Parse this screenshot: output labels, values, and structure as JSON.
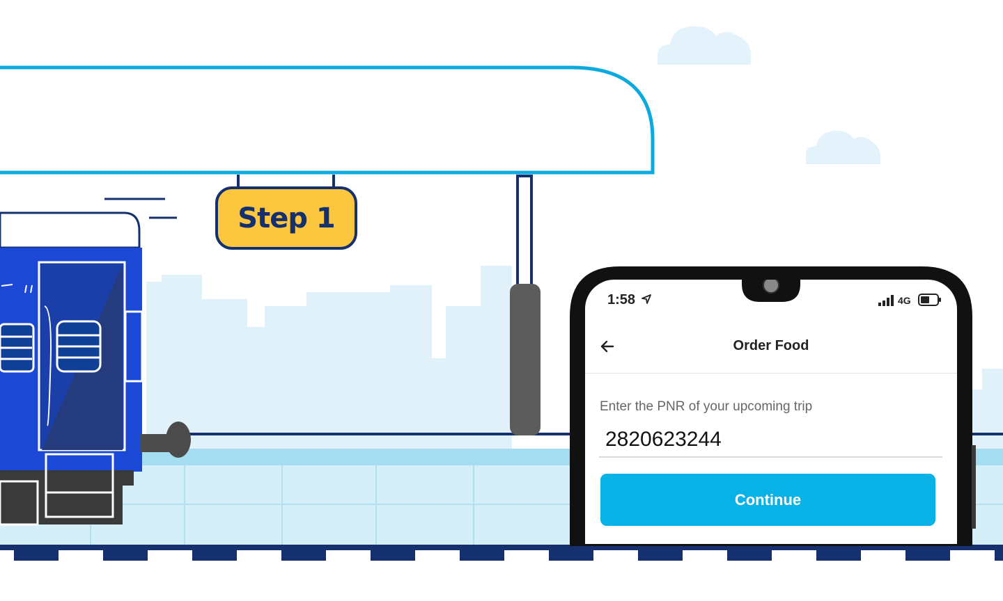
{
  "sign": {
    "label": "Step 1"
  },
  "phone": {
    "status_bar": {
      "time": "1:58",
      "network": "4G",
      "location_icon": "location-arrow-icon",
      "signal_icon": "signal-bars-icon",
      "battery_icon": "battery-icon"
    },
    "header": {
      "back_icon": "back-arrow-icon",
      "title": "Order Food"
    },
    "form": {
      "pnr_label": "Enter the PNR of your upcoming trip",
      "pnr_value": "2820623244",
      "continue_label": "Continue"
    }
  },
  "colors": {
    "accent": "#08b2e6",
    "sign_yellow": "#fcc63f",
    "navy": "#15306e",
    "train_blue": "#1b49d6",
    "sky": "#e4f3fb"
  }
}
